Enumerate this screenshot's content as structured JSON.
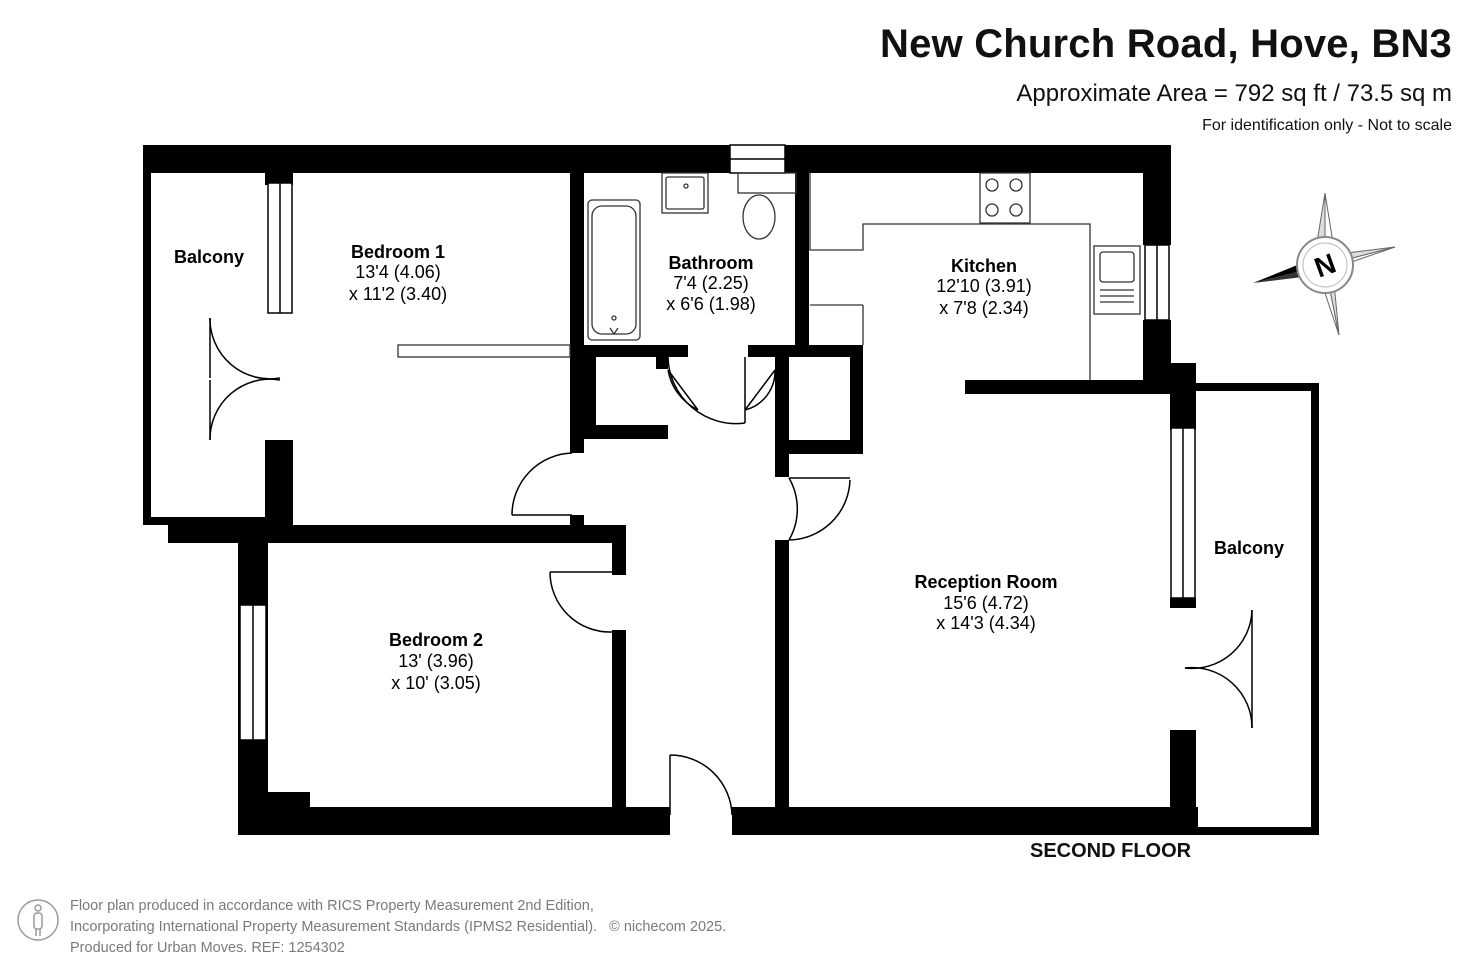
{
  "header": {
    "title": "New Church Road, Hove, BN3",
    "area": "Approximate Area = 792 sq ft / 73.5 sq m",
    "note": "For identification only - Not to scale"
  },
  "rooms": {
    "balcony_left": {
      "name": "Balcony"
    },
    "bedroom1": {
      "name": "Bedroom 1",
      "dim1": "13'4 (4.06)",
      "dim2": "x 11'2 (3.40)"
    },
    "bathroom": {
      "name": "Bathroom",
      "dim1": "7'4 (2.25)",
      "dim2": "x 6'6 (1.98)"
    },
    "kitchen": {
      "name": "Kitchen",
      "dim1": "12'10 (3.91)",
      "dim2": "x 7'8 (2.34)"
    },
    "bedroom2": {
      "name": "Bedroom 2",
      "dim1": "13' (3.96)",
      "dim2": "x 10' (3.05)"
    },
    "reception": {
      "name": "Reception Room",
      "dim1": "15'6 (4.72)",
      "dim2": "x 14'3 (4.34)"
    },
    "balcony_right": {
      "name": "Balcony"
    }
  },
  "floor_label": "SECOND FLOOR",
  "compass": {
    "letter": "N",
    "icon": "north-compass-icon"
  },
  "footer": {
    "line1": "Floor plan produced in accordance with RICS Property Measurement 2nd Edition,",
    "line2": "Incorporating International Property Measurement Standards (IPMS2 Residential).",
    "copyright": "© nichecom 2025.",
    "line3": "Produced for Urban Moves.   REF:  1254302"
  },
  "colors": {
    "wall": "#000000",
    "fixture_line": "#333333",
    "footer_text": "#7a7a7a"
  }
}
